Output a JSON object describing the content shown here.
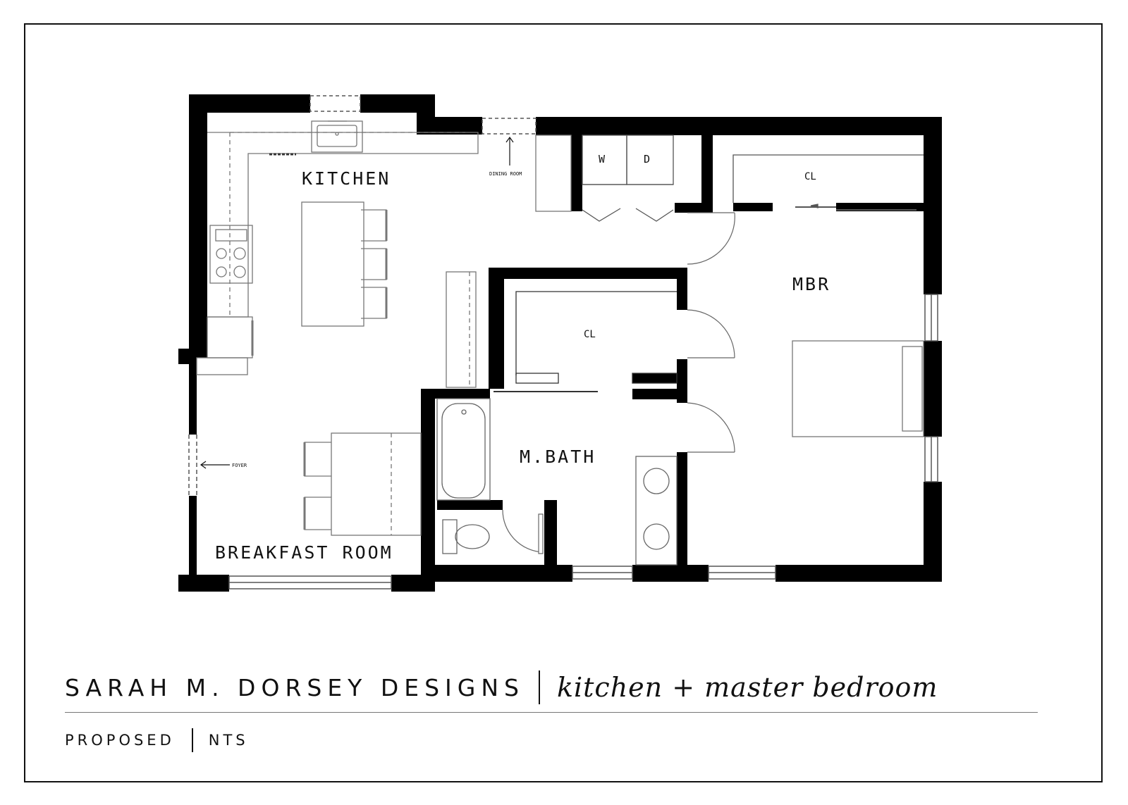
{
  "plan": {
    "rooms": {
      "kitchen": "KITCHEN",
      "breakfast": "BREAKFAST ROOM",
      "mbr": "MBR",
      "mbath": "M.BATH",
      "closet_mbr": "CL",
      "closet_hall": "CL"
    },
    "appliances": {
      "washer": "W",
      "dryer": "D"
    },
    "annotations": {
      "dining_room": "DINING ROOM",
      "foyer": "FOYER"
    }
  },
  "titleblock": {
    "firm": "SARAH M. DORSEY DESIGNS",
    "project": "kitchen + master bedroom",
    "status": "PROPOSED",
    "scale": "NTS"
  },
  "colors": {
    "wall": "#000000",
    "linework": "#555555",
    "light_linework": "#888888"
  }
}
